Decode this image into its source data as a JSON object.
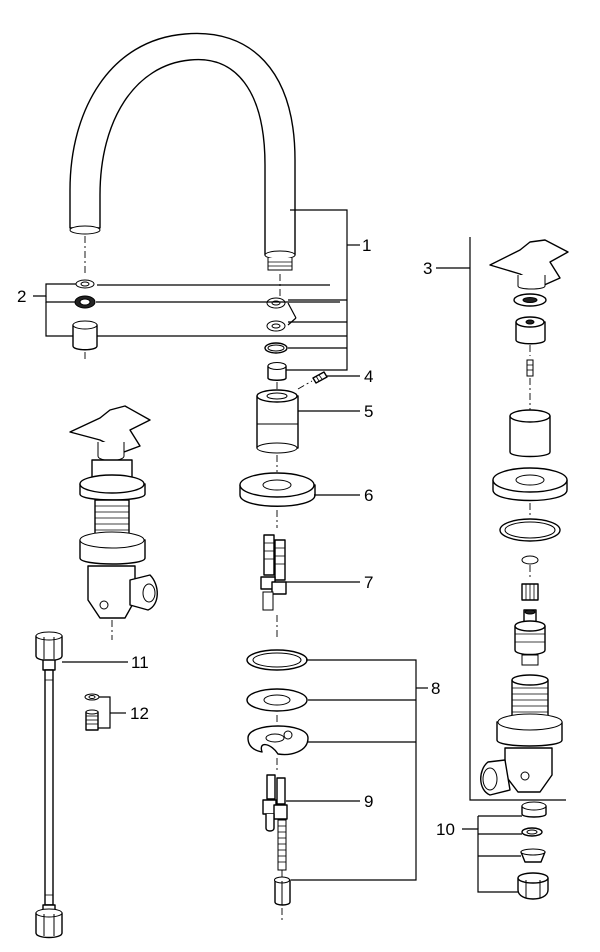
{
  "callouts": {
    "c1": "1",
    "c2": "2",
    "c3": "3",
    "c4": "4",
    "c5": "5",
    "c6": "6",
    "c7": "7",
    "c8": "8",
    "c9": "9",
    "c10": "10",
    "c11": "11",
    "c12": "12"
  },
  "parts": {
    "c1": "spout-assembly",
    "c2": "aerator-set",
    "c3": "cross-handle-valve-kit",
    "c4": "set-screw",
    "c5": "spout-sleeve",
    "c6": "base-escutcheon",
    "c7": "mounting-shank",
    "c8": "mounting-hardware",
    "c9": "threaded-rod",
    "c10": "compression-fitting-set",
    "c11": "flexible-supply-hose",
    "c12": "filter-insert"
  }
}
